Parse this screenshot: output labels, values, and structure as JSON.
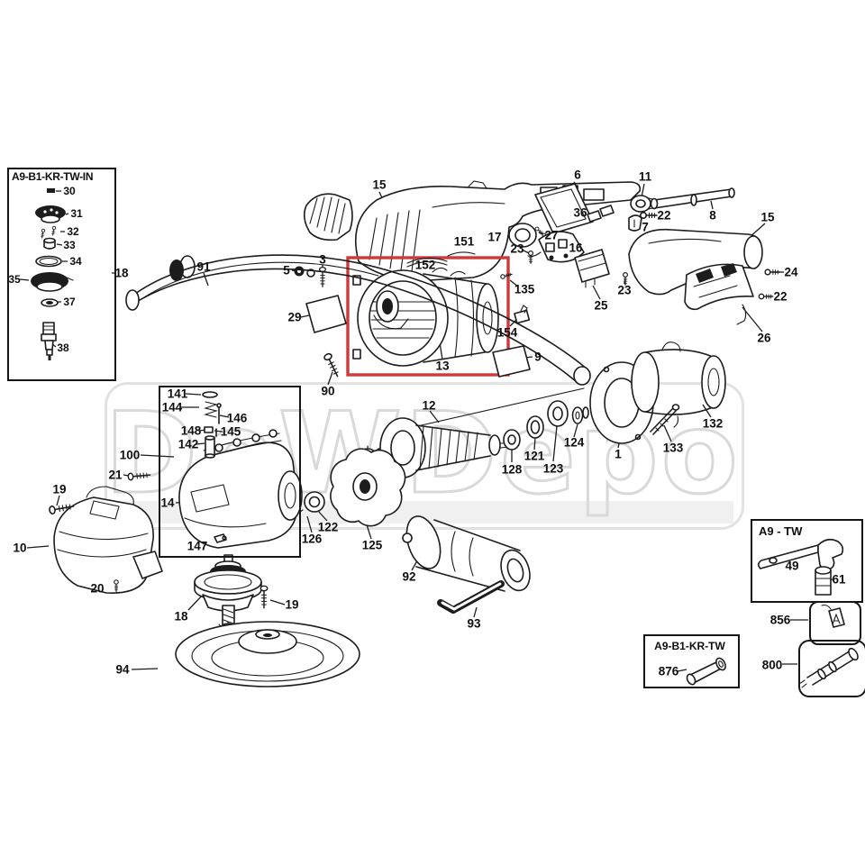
{
  "watermark": {
    "text": "DeWDepo"
  },
  "boxes": {
    "inset_top_left_title": "A9-B1-KR-TW-IN",
    "kit_a9_tw_title": "A9 - TW",
    "kit_a9_b1_kr_tw_title": "A9-B1-KR-TW"
  },
  "callouts": {
    "c30": "30",
    "c31": "31",
    "c32": "32",
    "c33": "33",
    "c34": "34",
    "c35": "35",
    "c37": "37",
    "c38": "38",
    "c18_inset": "18",
    "c15_top": "15",
    "c6": "6",
    "c11": "11",
    "c22_top": "22",
    "c7": "7",
    "c8": "8",
    "c15_right": "15",
    "c24": "24",
    "c22_right": "22",
    "c26": "26",
    "c36": "36",
    "c27": "27",
    "c17": "17",
    "c23_upper": "23",
    "c16": "16",
    "c151": "151",
    "c152": "152",
    "c25": "25",
    "c23_lower": "23",
    "c3": "3",
    "c5": "5",
    "c29": "29",
    "c91": "91",
    "c90": "90",
    "c13": "13",
    "c135": "135",
    "c154": "154",
    "c9": "9",
    "c12": "12",
    "c128": "128",
    "c121": "121",
    "c123": "123",
    "c124": "124",
    "c1": "1",
    "c133": "133",
    "c132": "132",
    "c100": "100",
    "c21": "21",
    "c19_left": "19",
    "c10": "10",
    "c20": "20",
    "c14": "14",
    "c147": "147",
    "c141": "141",
    "c144": "144",
    "c146": "146",
    "c148": "148",
    "c145": "145",
    "c142": "142",
    "c18_spindle": "18",
    "c19_right": "19",
    "c94": "94",
    "c126": "126",
    "c122": "122",
    "c125": "125",
    "c92": "92",
    "c93": "93",
    "c49": "49",
    "c61": "61",
    "c856": "856",
    "c800": "800",
    "c876": "876"
  }
}
